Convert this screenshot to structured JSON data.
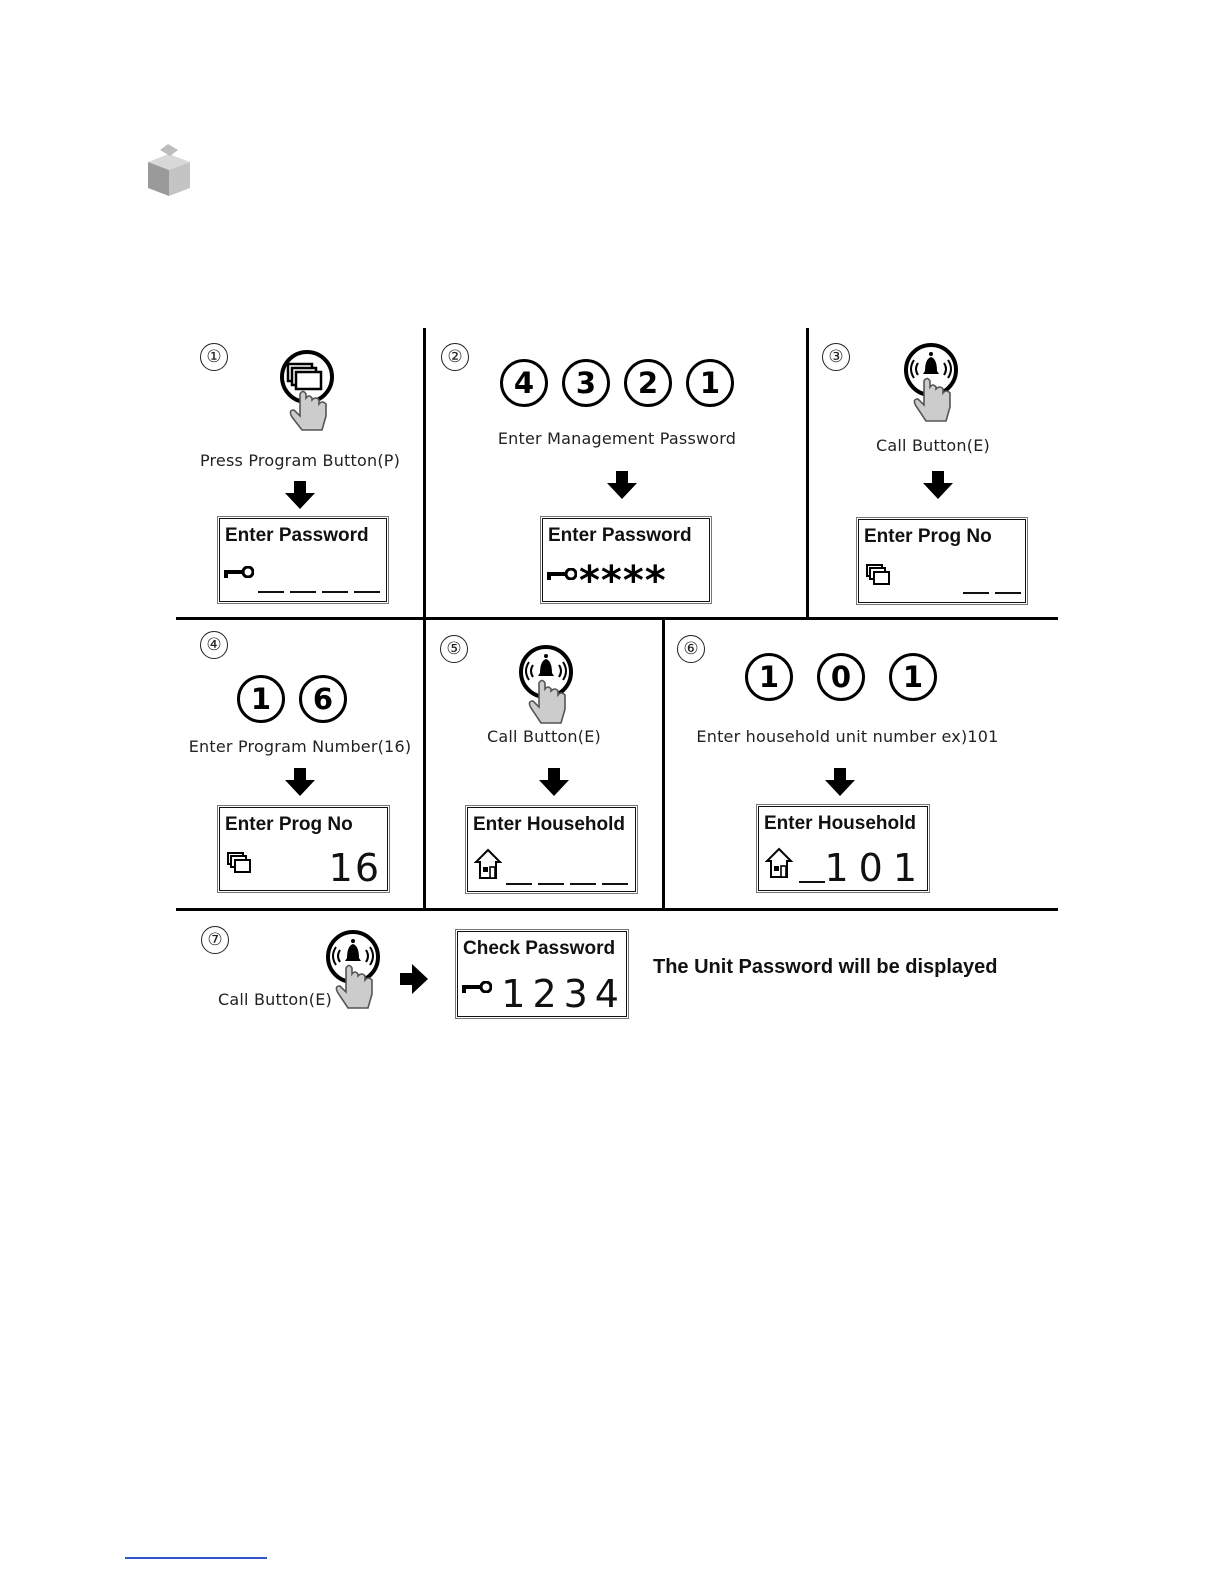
{
  "steps": [
    {
      "num": "①",
      "caption": "Press Program Button(P)",
      "display_title": "Enter Password",
      "display_value": ""
    },
    {
      "num": "②",
      "digits": [
        "4",
        "3",
        "2",
        "1"
      ],
      "caption": "Enter Management Password",
      "display_title": "Enter Password",
      "display_value": "****"
    },
    {
      "num": "③",
      "caption": "Call Button(E)",
      "display_title": "Enter Prog No",
      "display_value": ""
    },
    {
      "num": "④",
      "digits": [
        "1",
        "6"
      ],
      "caption": "Enter Program Number(16)",
      "display_title": "Enter Prog No",
      "display_value": "16"
    },
    {
      "num": "⑤",
      "caption": "Call Button(E)",
      "display_title": "Enter Household",
      "display_value": ""
    },
    {
      "num": "⑥",
      "digits": [
        "1",
        "0",
        "1"
      ],
      "caption": "Enter household unit number ex)101",
      "display_title": "Enter Household",
      "display_value": "101"
    },
    {
      "num": "⑦",
      "caption": "Call Button(E)",
      "display_title": "Check Password",
      "display_value": "1234",
      "result": "The Unit Password will be displayed"
    }
  ],
  "icons": {
    "program_button": "program-button-icon",
    "call_button": "call-button-icon",
    "key": "key-icon",
    "program": "program-icon",
    "house": "house-icon",
    "arrow": "arrow-icon"
  }
}
